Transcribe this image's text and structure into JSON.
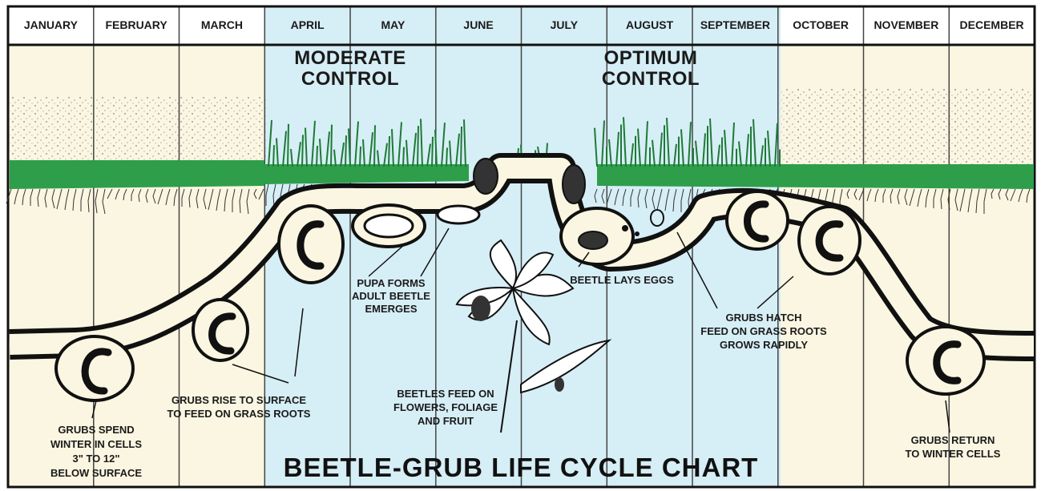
{
  "chart_title": "BEETLE-GRUB LIFE CYCLE CHART",
  "months": [
    "JANUARY",
    "FEBRUARY",
    "MARCH",
    "APRIL",
    "MAY",
    "JUNE",
    "JULY",
    "AUGUST",
    "SEPTEMBER",
    "OCTOBER",
    "NOVEMBER",
    "DECEMBER"
  ],
  "zones": {
    "moderate": [
      "MODERATE",
      "CONTROL"
    ],
    "optimum": [
      "OPTIMUM",
      "CONTROL"
    ]
  },
  "annotations": {
    "winter_cells": [
      "GRUBS SPEND",
      "WINTER IN CELLS",
      "3\" TO 12\"",
      "BELOW SURFACE"
    ],
    "rise": [
      "GRUBS RISE TO SURFACE",
      "TO FEED ON GRASS ROOTS"
    ],
    "pupa": [
      "PUPA FORMS",
      "ADULT BEETLE",
      "EMERGES"
    ],
    "feed": [
      "BEETLES FEED ON",
      "FLOWERS, FOLIAGE",
      "AND FRUIT"
    ],
    "eggs": [
      "BEETLE LAYS EGGS"
    ],
    "hatch": [
      "GRUBS HATCH",
      "FEED ON GRASS ROOTS",
      "GROWS RAPIDLY"
    ],
    "return": [
      "GRUBS RETURN",
      "TO WINTER CELLS"
    ]
  },
  "colors": {
    "cream": "#fbf6e1",
    "light_blue": "#d6eef6",
    "grass": "#2e9e4a",
    "ink": "#1a1a1a"
  }
}
